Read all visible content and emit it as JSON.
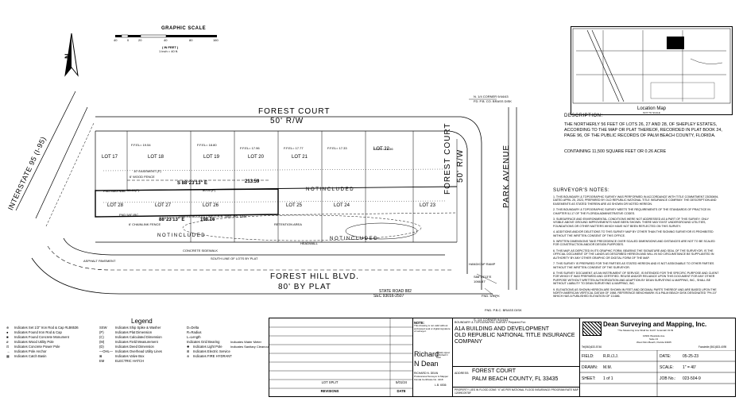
{
  "scale": {
    "title": "GRAPHIC SCALE",
    "ticks": [
      "40",
      "0",
      "20",
      "40",
      "80",
      "160"
    ],
    "unit_line": "( IN FEET )",
    "ratio": "1 inch = 40 ft."
  },
  "location_map": {
    "title": "Location Map",
    "subtitle": "NOT TO SCALE"
  },
  "streets": {
    "forest_court_top": "FOREST COURT",
    "forest_court_top_rw": "50' R/W",
    "forest_court_right": "FOREST COURT",
    "forest_court_right_rw": "50' R/W",
    "park_avenue": "PARK AVENUE",
    "forest_hill": "FOREST HILL BLVD.",
    "forest_hill_plat": "80' BY PLAT",
    "interstate": "INTERSTATE 95 (I-95)",
    "state_road": "STATE ROAD 882",
    "state_road_sec": "SEC 93016-2507"
  },
  "lots": [
    "LOT 17",
    "LOT 18",
    "LOT 19",
    "LOT 20",
    "LOT 21",
    "LOT 22",
    "LOT 28",
    "LOT 27",
    "LOT 26",
    "LOT 25",
    "LOT 24",
    "LOT 23"
  ],
  "ffel": [
    "F.F.EL= 19.54",
    "F.F.EL= 18.80",
    "F.F.EL= 17.96",
    "F.F.EL= 17.77",
    "F.F.EL= 17.33",
    "F.F.EL= 16.66"
  ],
  "plan_labels": {
    "bearing_main": "S 88°23'13\" E",
    "dist_main": "213.59",
    "bearing_south": "88°23'13\" E",
    "dist_south": "198.16",
    "not_included_1": "N O T  I N C L U D E D",
    "not_included_2": "N O T  I N C L U D E D",
    "not_included_3": "N O T  I N C L U D E D",
    "retention": "RETENTION AREA",
    "headwall": "HEADWALL",
    "asphalt": "ASPHALT PAVEMENT",
    "south_line": "SOUTH LINE OF LOTS  BY PLAT",
    "concrete_sidewalk": "CONCRETE SIDEWALK",
    "handicap_ramp": "HANDICAP RAMP",
    "easement": "10' EASEMENT (P)",
    "wood_fence": "6' WOOD FENCE",
    "fnd_iron": "FND 5/8\" IRC",
    "fnd_mag": "FND MAG NAIL",
    "chainlink": "6' CHAINLINK FENCE",
    "limited_access": "LIMITED ACCESS LINE O.R.B. 3850, PG. 1044",
    "dist_a": "63.60(P)",
    "dist_b": "80.00'(P)",
    "ne_corner": "N. 1/4 CORNER 9/44/43",
    "ne_disk": "FD. P.B. CO. BRASS DISK",
    "se_corner": "S. 1/4 CORNER 9/44/43",
    "se_disk": "FND. P.B.C. BRASS DISK",
    "se_fnd": "FND. 5/4\"PK",
    "se_bearing": "S88°23'13\"E",
    "se_dist": "1066.87'"
  },
  "description": {
    "heading": "DESCRIPTION:",
    "body": "THE NORTHERLY 56 FEET OF LOTS 26, 27 AND 28, OF SHEPLEY ESTATES, ACCORDING TO THE MAP OR PLAT THEREOF, RECORDED IN PLAT BOOK 24, PAGE 96, OF THE PUBLIC RECORDS OF PALM BEACH COUNTY, FLORIDA.",
    "area": "CONTAINING 11,500 SQUARE FEET OR 0.26 ACRE"
  },
  "notes": {
    "heading": "SURVEYOR'S NOTES:",
    "items": [
      "1. THIS BOUNDARY & TOPOGRAPHIC SURVEY WAS PERFORMED IN ACCORDANCE WITH TITLE COMMITMENT 23030694, DATED APRIL 25, 2023, PREPARED BY OLD REPUBLIC NATIONAL TITLE INSURANCE COMPANY. THE DESCRIPTION AND EASEMENTS AS STATED THEREIN ARE AS SHOWN OR NOTED HEREON.",
      "2. THIS BOUNDARY & TOPOGRAPHIC SURVEY MEETS THE REQUIREMENTS OF THE STANDARDS OF PRACTICE IN CHAPTER 5J-17 OF THE FLORIDA ADMINISTRATIVE CODES.",
      "3. SUBSURFACE AND ENVIRONMENTAL CONDITIONS WERE NOT ADDRESSED AS A PART OF THIS SURVEY. ONLY VISIBLE ABOVE GROUND IMPROVEMENTS HAVE BEEN SHOWN. THERE MAY EXIST UNDERGROUND UTILITIES, FOUNDATIONS OR OTHER MATTERS WHICH HAVE NOT BEEN REFLECTED ON THIS SURVEY.",
      "4. ADDITIONS AND/OR DELETIONS TO THIS SURVEY MAP BY OTHER THAN THE SIGNING SURVEYOR IS PROHIBITED WITHOUT THE WRITTEN CONSENT OF THIS OFFICE.",
      "5. WRITTEN DIMENSIONS TAKE PRECEDENCE OVER SCALED DIMENSIONS AND DISTANCES ARE NOT TO BE SCALED FOR CONSTRUCTION AND/OR DESIGN PURPOSES.",
      "6. THIS MAP, AS DEPICTED IN ITS GRAPHIC FORM, BEARING THE SIGNATURE AND SEAL OF THE SURVEYOR, IS THE OFFICIAL DOCUMENT OF THE LANDS AS DESCRIBED HEREON AND WILL IN NO CIRCUMSTANCE BE SUPPLANTED IN AUTHORITY BY ANY OTHER GRAPHIC OR DIGITAL FORM OF THE MAP.",
      "7. THIS SURVEY IS PREPARED FOR THE PARTIES AS STATED HEREON AND IS NOT ASSIGNABLE TO OTHER PARTIES WITHOUT THE WRITTEN CONSENT OF THE SURVEYOR.",
      "8. THIS SURVEY DOCUMENT, AS AN INSTRUMENT OF SERVICE, IS INTENDED FOR THE SPECIFIC PURPOSE AND CLIENT FOR WHICH IT WAS PREPARED AND CERTIFIED. REUSE AND/OR RELIANCE UPON THIS DOCUMENT FOR ANY OTHER PURPOSE WITHOUT WRITTEN AUTHORIZATION AND ADAPTION BY DEAN SURVEYING & MAPPING, INC., SHALL BE WITHOUT LIABILITY TO DEAN SURVEYING & MAPPING, INC.",
      "9. ELEVATIONS AS SHOWN HEREON ARE SHOWN IN FEET AND DECIMAL PARTS THEREOF AND ARE BASED UPON THE NORTH AMERICAN VERTICAL DATUM OF 1988. REFERENCE BENCHMARK IS A PALM BEACH DISK DESIGNATED \"PH-10\" WHICH HAS A PUBLISHED ELEVATION OF 13.686."
    ]
  },
  "legend": {
    "title": "Legend",
    "left": [
      "Indicates Set 1/2\" Iron Rod & Cap #LB6536",
      "Indicates Found Iron Rod & Cap",
      "Indicates Found Concrete Monument",
      "Indicates Wood Utility Pole",
      "Indicates Concrete Power Pole",
      "Indicates Pole Anchor",
      "Indicates Catch Basin"
    ],
    "mid_codes": [
      "SSW",
      "(P)",
      "(C)",
      "(M)",
      "(D)",
      "—OHL—",
      "",
      "EM"
    ],
    "mid": [
      "Indicates Ship Spike & Washer",
      "Indicates Plat Dimension",
      "Indicates Calculated Dimension",
      "Indicates Field Measurement",
      "Indicates Deed Dimension",
      "Indicates Overhead Utility Lines",
      "Indicates Valve Box",
      "ELECTRIC HATCH"
    ],
    "right": [
      "D=Delta",
      "R=Radius",
      "L=Length",
      "Indicates Light Pole",
      "Indicates Electric Service",
      "Indicates FIRE HYDRANT"
    ],
    "mid_right": [
      "Indicates Grid Bearing",
      "Indicates Water Meter",
      "Indicates Sanitary Cleanout"
    ]
  },
  "title_block": {
    "revision_desc": "LOT SPLIT",
    "revision_date": "5/01/24",
    "revisions_label": "REVISIONS",
    "date_label": "DATE",
    "note_label": "NOTE:",
    "note_text": "This drawing is not valid without embossed seal or digital signature of surveyor.",
    "signer_first": "Richard",
    "signer_last": "N Dean",
    "signer_sub": "Digitally signed by Richard N Dean",
    "signer_name": "RICHARD N. DEAN",
    "signer_title": "Professional Surveyor & Mapper Florida Certificate No. 4418",
    "lb": "L.B. 6536",
    "prepared_for": "BOUNDARY & TOPOGRAPHIC SURVEY Prepared For:",
    "client_1": "A1A BUILDING AND DEVELOPMENT",
    "client_2": "OLD REPUBLIC NATIONAL TITLE INSURANCE",
    "client_3": "COMPANY",
    "address_label": "ADDRESS:",
    "address_1": "FOREST COURT",
    "address_2": "PALM BEACH COUNTY, FL 33435",
    "flood": "PROPERTY LIES IN FLOOD ZONE \"X\" AS PER NATIONAL FLOOD INSURANCE PROGRAM RATE MAP 12099C0978F",
    "company": "Dean Surveying and Mapping, Inc.",
    "company_motto": "\"The Measuring Line Shall Go Forth\" Jeremiah 31:39",
    "company_addr_1": "10901 Westside Ave.",
    "company_addr_2": "Suite 13",
    "company_addr_3": "West Palm Beach, Florida 33405",
    "tel": "Tel(561)633-5746",
    "fax": "Facsimile (561)633-4095",
    "field_label": "FIELD:",
    "field_val": "R.R./J.J.",
    "date2_label": "DATE:",
    "date2_val": "05-25-23",
    "drawn_label": "DRAWN:",
    "drawn_val": "M.M.",
    "scale_label": "SCALE:",
    "scale_val": "1\" = 40'",
    "sheet_label": "SHEET:",
    "sheet_val": "1  of  1",
    "job_label": "JOB No.:",
    "job_val": "023-504-9"
  }
}
